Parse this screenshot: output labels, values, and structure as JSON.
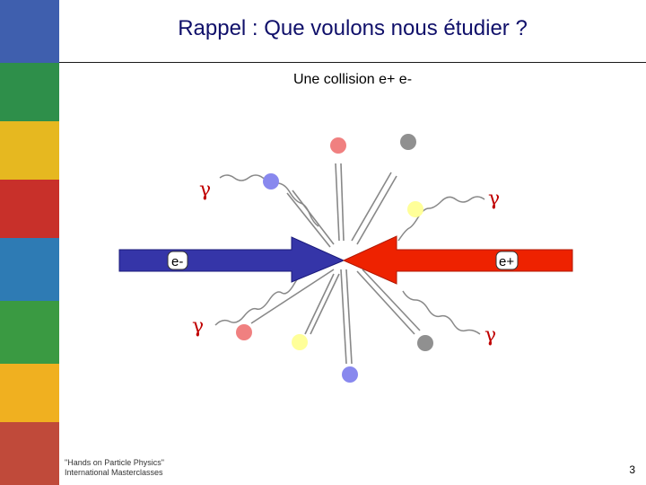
{
  "slide": {
    "title": "Rappel : Que voulons nous étudier ?",
    "subtitle": "Une collision e+ e-",
    "page_number": "3"
  },
  "footer": {
    "line1": "\"Hands on Particle Physics\"",
    "line2": "International Masterclasses"
  },
  "diagram": {
    "electron_label": "e-",
    "positron_label": "e+",
    "photon_symbol": "γ",
    "colors": {
      "electron_arrow": "#3535a8",
      "positron_arrow": "#ee2200",
      "gamma": "#c00000",
      "pink": "#f08080",
      "gray": "#909090",
      "blue": "#8888ee",
      "yellow": "#ffff99"
    }
  }
}
